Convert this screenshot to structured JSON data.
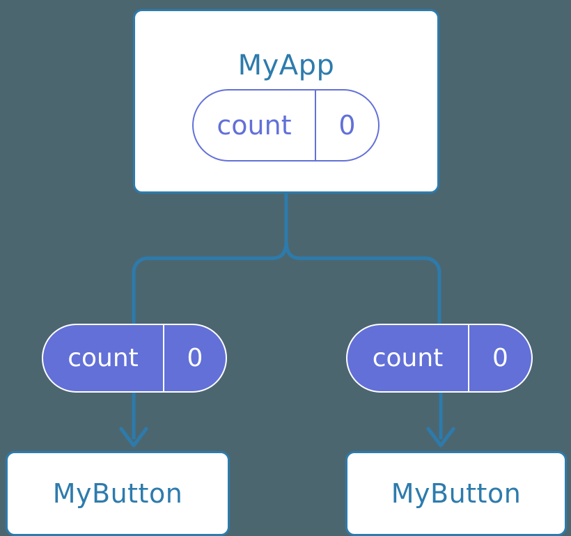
{
  "theme": {
    "background": "#4c6670",
    "component_border": "#2d7bac",
    "component_fill": "#ffffff",
    "component_text": "#2d7bac",
    "state_accent": "#6270d8",
    "state_text_on_fill": "#ffffff",
    "connector": "#2d7bac"
  },
  "diagram": {
    "type": "component-state-tree",
    "root": {
      "name": "MyApp",
      "state": {
        "key": "count",
        "value": "0"
      }
    },
    "children": [
      {
        "state": {
          "key": "count",
          "value": "0"
        },
        "component": {
          "name": "MyButton"
        }
      },
      {
        "state": {
          "key": "count",
          "value": "0"
        },
        "component": {
          "name": "MyButton"
        }
      }
    ]
  }
}
